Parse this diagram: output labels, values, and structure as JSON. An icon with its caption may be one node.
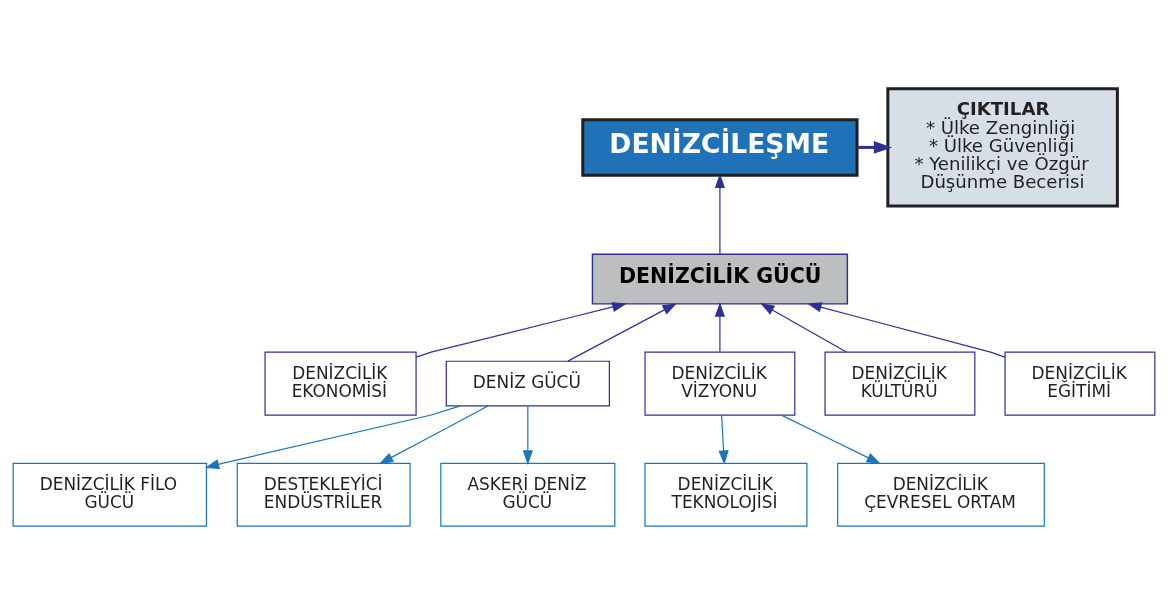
{
  "diagram": {
    "nodes": [
      {
        "text": [
          "DENİZCİLEŞME"
        ]
      },
      {
        "text": [
          "ÇIKTILAR",
          "* Ülke Zenginliği",
          "* Ülke Güvenliği",
          "* Yenilikçi ve Özgür Düşünme Becerisi"
        ]
      },
      {
        "text": [
          "DENİZCİLİK GÜCÜ"
        ]
      },
      {
        "text": [
          "DENİZCİLİK EKONOMİSİ"
        ]
      },
      {
        "text": [
          "DENİZ GÜCÜ"
        ]
      },
      {
        "text": [
          "DENİZCİLİK VİZYONU"
        ]
      },
      {
        "text": [
          "DENİZCİLİK KÜLTÜRÜ"
        ]
      },
      {
        "text": [
          "DENİZCİLİK EĞİTİMİ"
        ]
      },
      {
        "text": [
          "DENİZCİLİK FİLO GÜCÜ"
        ]
      },
      {
        "text": [
          "DESTEKLEYİCİ ENDÜSTRİLER"
        ]
      },
      {
        "text": [
          "ASKERİ DENİZ GÜCÜ"
        ]
      },
      {
        "text": [
          "DENİZCİLİK TEKNOLOJİSİ"
        ]
      },
      {
        "text": [
          "DENİZCİLİK ÇEVRESEL ORTAM"
        ]
      }
    ],
    "edges": [
      {
        "from": 0,
        "to": 1,
        "arrow": "to",
        "style": "thick"
      },
      {
        "from": 2,
        "to": 0,
        "arrow": "to"
      },
      {
        "from": 3,
        "to": 2,
        "arrow": "to"
      },
      {
        "from": 4,
        "to": 2,
        "arrow": "to"
      },
      {
        "from": 5,
        "to": 2,
        "arrow": "to"
      },
      {
        "from": 6,
        "to": 2,
        "arrow": "to"
      },
      {
        "from": 7,
        "to": 2,
        "arrow": "to"
      },
      {
        "from": 4,
        "to": 8,
        "arrow": "to",
        "color": "#1a75bb"
      },
      {
        "from": 4,
        "to": 9,
        "arrow": "to",
        "color": "#1a75bb"
      },
      {
        "from": 4,
        "to": 10,
        "arrow": "to",
        "color": "#1a75bb"
      },
      {
        "from": 5,
        "to": 11,
        "arrow": "to",
        "color": "#1a75bb"
      },
      {
        "from": 5,
        "to": 12,
        "arrow": "to",
        "color": "#1a75bb"
      }
    ]
  }
}
